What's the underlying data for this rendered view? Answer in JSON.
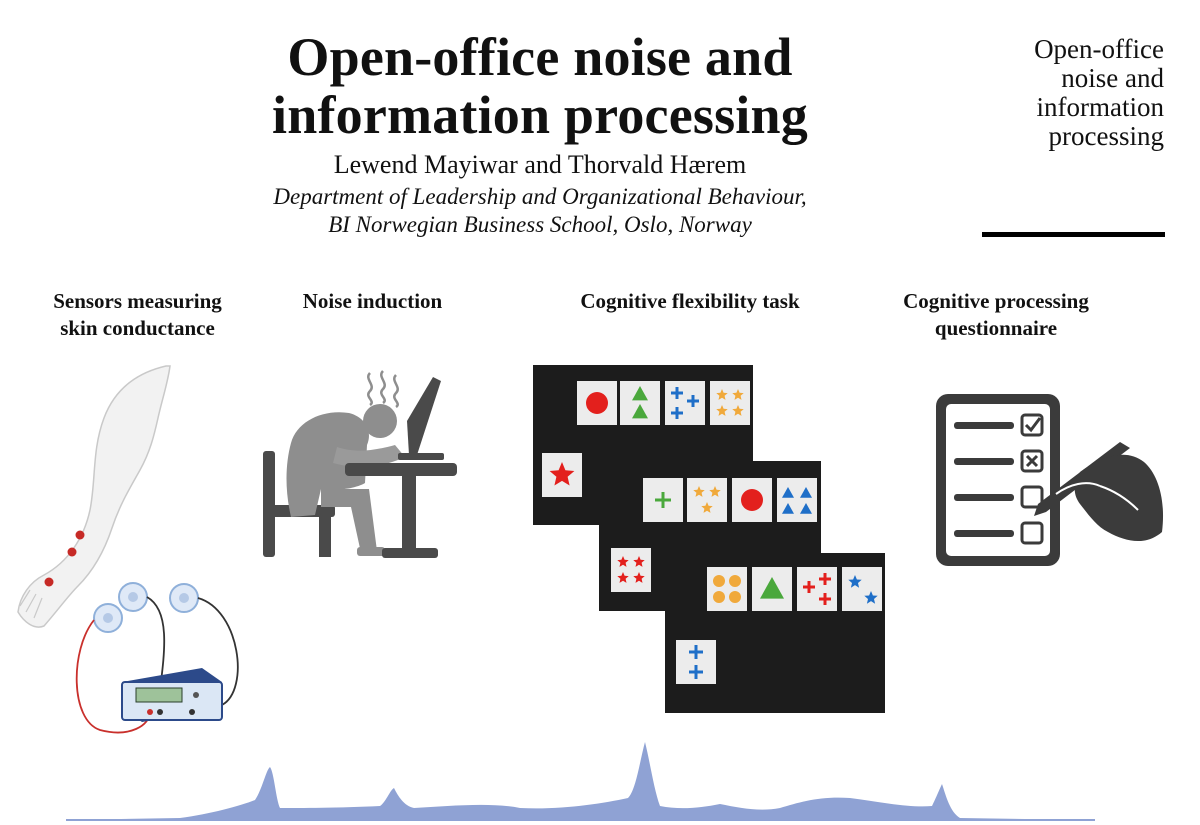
{
  "header": {
    "title_line1": "Open-office noise and",
    "title_line2": "information processing",
    "authors": "Lewend Mayiwar and Thorvald Hærem",
    "affiliation_line1": "Department of Leadership and Organizational Behaviour,",
    "affiliation_line2": "BI Norwegian Business School, Oslo, Norway"
  },
  "side_title": {
    "line1": "Open-office",
    "line2": "noise and",
    "line3": "information",
    "line4": "processing"
  },
  "panels": {
    "sensors": {
      "line1": "Sensors measuring",
      "line2": "skin conductance"
    },
    "noise": {
      "line1": "Noise induction"
    },
    "cognitive_task": {
      "line1": "Cognitive flexibility task"
    },
    "questionnaire": {
      "line1": "Cognitive processing",
      "line2": "questionnaire"
    }
  },
  "colors": {
    "task_background": "#1c1c1c",
    "card_background": "#ececec",
    "red": "#e3201d",
    "green": "#4aa83c",
    "blue": "#1f6fc8",
    "orange": "#f0a93b",
    "signal": "#8fa2d4",
    "icon_gray": "#8e8e8e",
    "icon_dark": "#4a4a4a",
    "questionnaire_dark": "#3b3b3b"
  }
}
